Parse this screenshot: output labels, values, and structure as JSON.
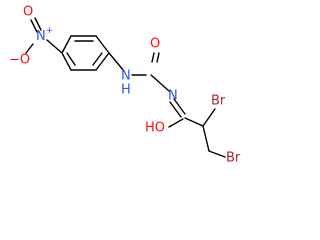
{
  "molecule": {
    "atoms": {
      "o_nitro_top": {
        "label": "O",
        "color": "#ff0d0d"
      },
      "o_nitro_minus": {
        "label": "−O",
        "color": "#ff0d0d"
      },
      "n_nitro": {
        "label": "N",
        "charge": "+",
        "color": "#3050f8"
      },
      "o_carbonyl_urea": {
        "label": "O",
        "color": "#ff0d0d"
      },
      "n_urea_left": {
        "label": "N",
        "color": "#3050f8"
      },
      "h_urea_left": {
        "label": "H",
        "color": "#3050f8"
      },
      "n_imine": {
        "label": "N",
        "color": "#3050f8"
      },
      "o_hydroxy": {
        "label": "HO",
        "color": "#ff0d0d"
      },
      "br_upper": {
        "label": "Br",
        "color": "#a62929"
      },
      "br_lower": {
        "label": "Br",
        "color": "#a62929"
      }
    }
  }
}
